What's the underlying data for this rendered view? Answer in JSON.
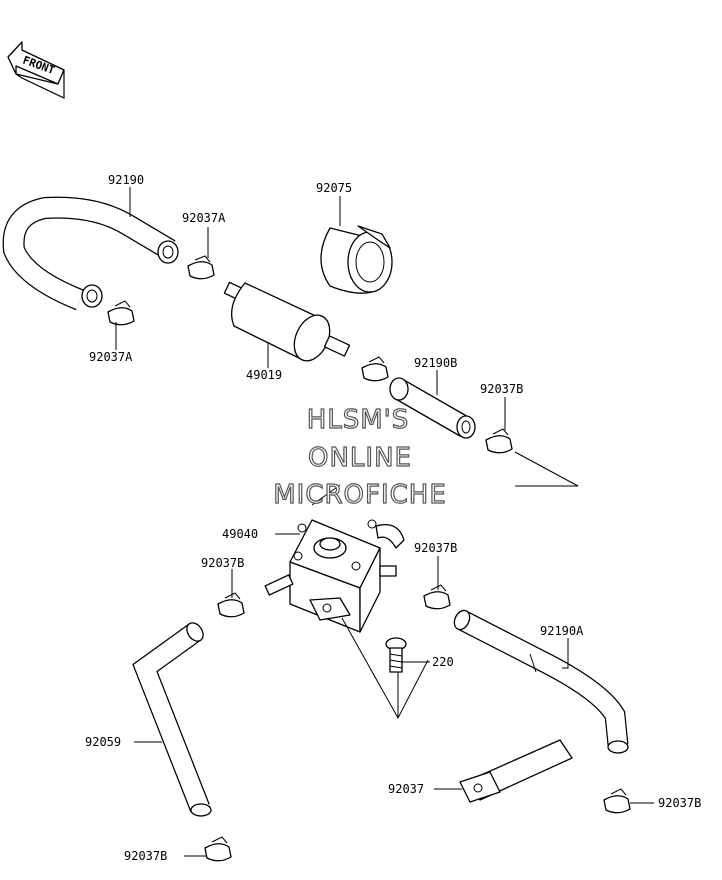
{
  "front_label": "FRONT",
  "watermark": {
    "line1": "HLSM'S",
    "line2": "ONLINE",
    "line3": "MICROFICHE"
  },
  "labels": {
    "hose_92190": "92190",
    "clamp_92037A_top": "92037A",
    "clamp_92037A_left": "92037A",
    "holder_92075": "92075",
    "filter_49019": "49019",
    "hose_92190B": "92190B",
    "clamp_92037B_right": "92037B",
    "pump_49040": "49040",
    "clamp_92037B_left": "92037B",
    "clamp_92037B_mid": "92037B",
    "hose_92190A": "92190A",
    "screw_220": "220",
    "hose_92059": "92059",
    "band_92037": "92037",
    "clamp_92037B_bottomleft": "92037B",
    "clamp_92037B_bottomright": "92037B"
  }
}
